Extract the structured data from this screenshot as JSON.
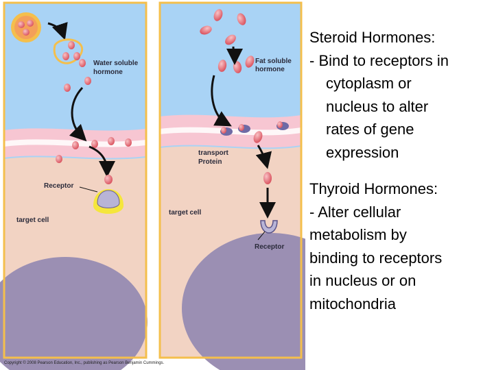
{
  "diagram": {
    "labels": {
      "water_soluble": [
        "Water soluble",
        "hormone"
      ],
      "fat_soluble": [
        "Fat soluble",
        "hormone"
      ],
      "transport": [
        "transport",
        "Protein"
      ],
      "receptor_left": "Receptor",
      "receptor_right": "Receptor",
      "target_cell_left": "target cell",
      "target_cell_right": "target cell"
    },
    "copyright": "Copyright © 2008 Pearson Education, Inc., publishing as Pearson Benjamin Cummings.",
    "colors": {
      "extracellular": "#a9d3f5",
      "membrane": "#f7c6d2",
      "cytoplasm": "#f2d3c3",
      "nucleus": "#9b8fb3",
      "hormone": "#e0707a",
      "receptor": "#b8b4d6",
      "receptor_ring": "#f5e63c",
      "border": "#f4bf4c"
    }
  },
  "text": {
    "steroid": {
      "title": "Steroid Hormones:",
      "lines": [
        "-  Bind to receptors in",
        "cytoplasm or",
        "nucleus to alter",
        "rates of gene",
        "expression"
      ]
    },
    "thyroid": {
      "title": "Thyroid Hormones:",
      "lines": [
        "- Alter cellular",
        "metabolism by",
        "binding to receptors",
        "in nucleus or on",
        "mitochondria"
      ]
    }
  }
}
